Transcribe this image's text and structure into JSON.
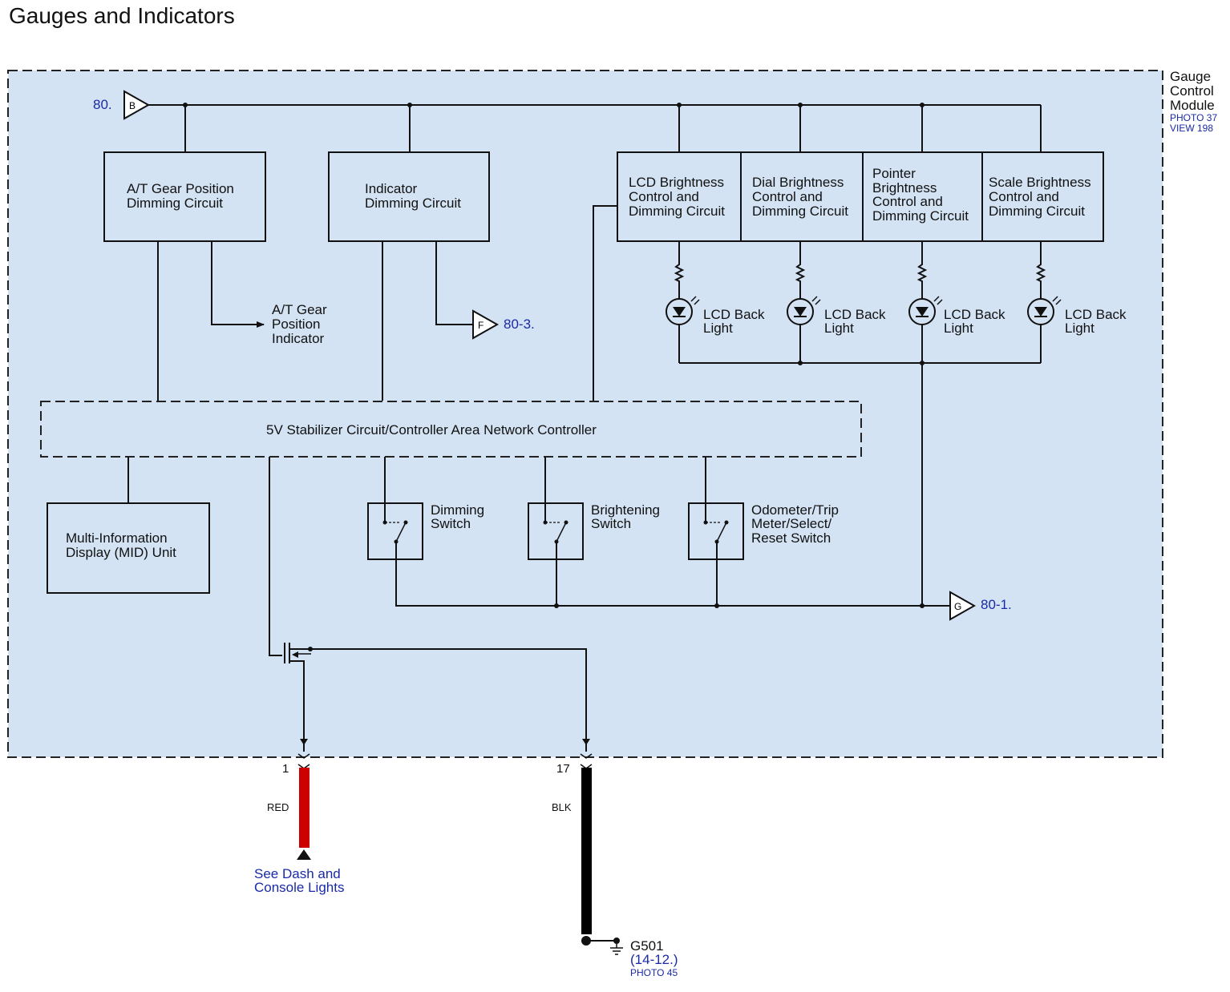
{
  "title": "Gauges and Indicators",
  "module": {
    "name_lines": [
      "Gauge",
      "Control",
      "Module"
    ],
    "photo_lines": [
      "PHOTO 37",
      "VIEW 198"
    ]
  },
  "connectors": {
    "b": {
      "letter": "B",
      "ref": "80."
    },
    "f": {
      "letter": "F",
      "ref": "80-3."
    },
    "g": {
      "letter": "G",
      "ref": "80-1."
    }
  },
  "blocks": {
    "at_gear": [
      "A/T Gear Position",
      "Dimming Circuit"
    ],
    "indicator": [
      "Indicator",
      "Dimming Circuit"
    ],
    "lcd": [
      "LCD Brightness",
      "Control and",
      "Dimming Circuit"
    ],
    "dial": [
      "Dial Brightness",
      "Control and",
      "Dimming Circuit"
    ],
    "pointer": [
      "Pointer",
      "Brightness",
      "Control and",
      "Dimming Circuit"
    ],
    "scale": [
      "Scale Brightness",
      "Control and",
      "Dimming Circuit"
    ],
    "can": "5V Stabilizer Circuit/Controller Area Network Controller",
    "mid": [
      "Multi-Information",
      "Display (MID) Unit"
    ]
  },
  "at_indicator": [
    "A/T Gear",
    "Position",
    "Indicator"
  ],
  "backlight_label": [
    "LCD Back",
    "Light"
  ],
  "switches": {
    "dimming": [
      "Dimming",
      "Switch"
    ],
    "brightening": [
      "Brightening",
      "Switch"
    ],
    "odometer": [
      "Odometer/Trip",
      "Meter/Select/",
      "Reset Switch"
    ]
  },
  "pins": {
    "p1": {
      "number": "1",
      "color": "RED"
    },
    "p17": {
      "number": "17",
      "color": "BLK"
    }
  },
  "colors": {
    "module_fill": "#d3e3f4",
    "red_wire": "#cc0000",
    "blk_wire": "#000000",
    "link_blue": "#1a2aa6"
  },
  "dash_ref": [
    "See Dash and",
    "Console Lights"
  ],
  "ground": {
    "name": "G501",
    "ref": "(14-12.)",
    "photo": "PHOTO 45"
  }
}
